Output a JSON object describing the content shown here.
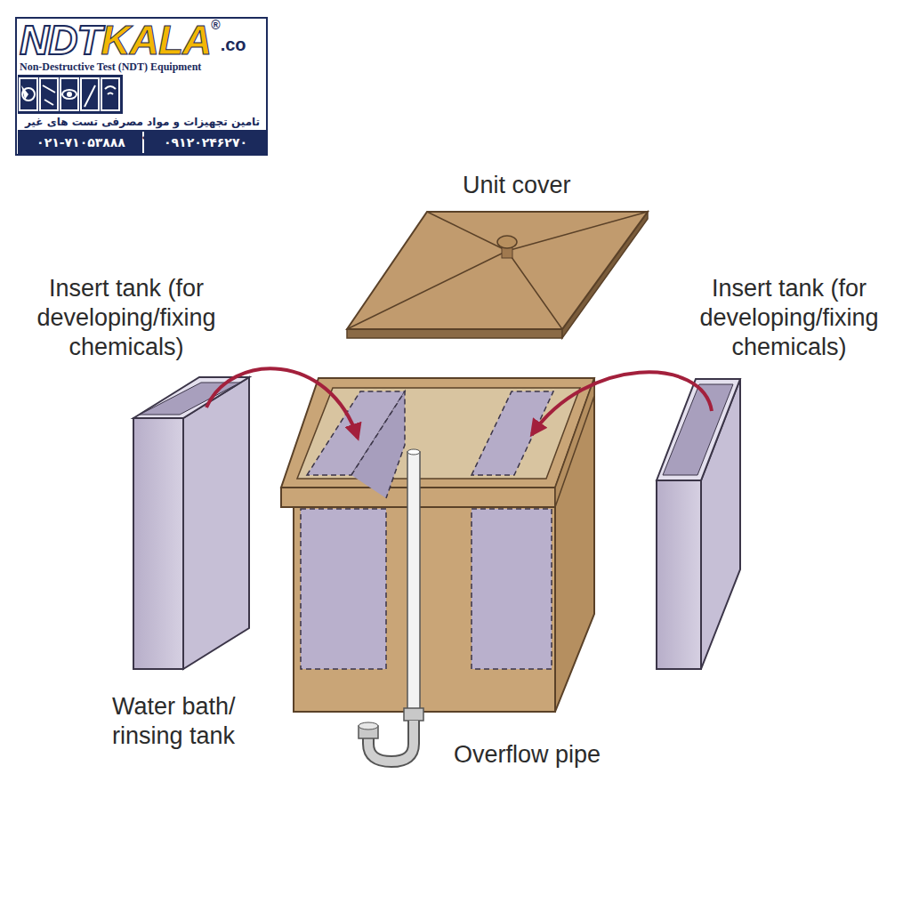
{
  "diagram": {
    "labels": [
      "NDT",
      "KALA",
      "®",
      ".co",
      "Non-Destructive Test (NDT) Equipment",
      "تامین تجهیزات و مواد مصرفی تست های غیر مخرب ایران",
      "۰۲۱-۷۱۰۵۳۸۸۸",
      "۰۹۱۲۰۲۴۶۲۷۰",
      "Unit cover",
      "Insert tank (for developing/fixing chemicals)",
      "Insert tank (for developing/fixing chemicals)",
      "Water bath/ rinsing tank",
      "Overflow pipe"
    ]
  }
}
